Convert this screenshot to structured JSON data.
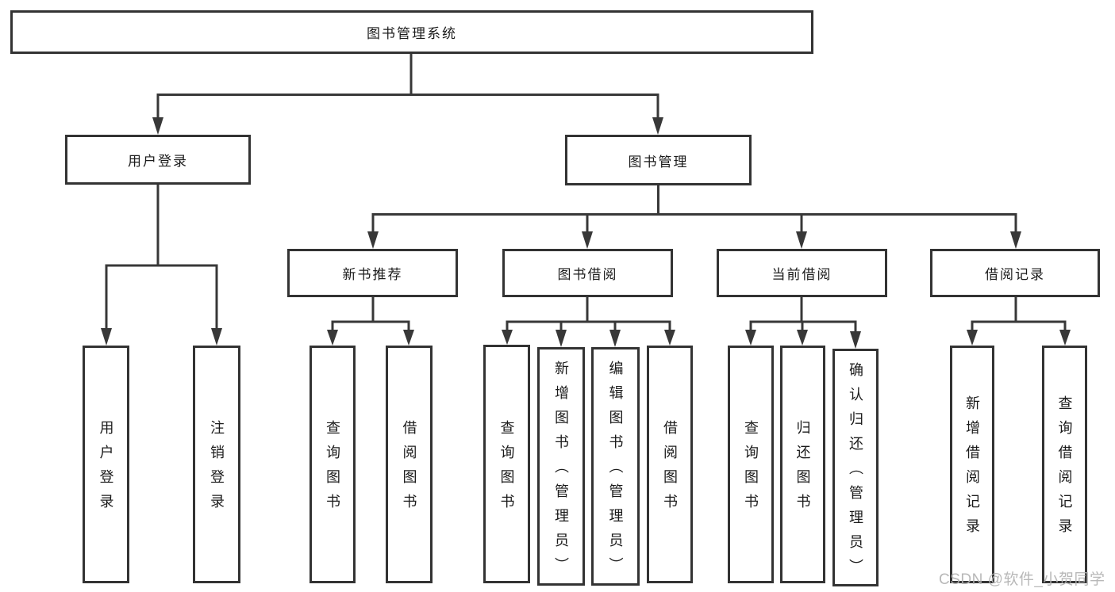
{
  "tree": {
    "label": "图书管理系统",
    "children": [
      {
        "label": "用户登录",
        "children": [
          {
            "label": "用户登录"
          },
          {
            "label": "注销登录"
          }
        ]
      },
      {
        "label": "图书管理",
        "children": [
          {
            "label": "新书推荐",
            "children": [
              {
                "label": "查询图书"
              },
              {
                "label": "借阅图书"
              }
            ]
          },
          {
            "label": "图书借阅",
            "children": [
              {
                "label": "查询图书"
              },
              {
                "label": "新增图书（管理员）"
              },
              {
                "label": "编辑图书（管理员）"
              },
              {
                "label": "借阅图书"
              }
            ]
          },
          {
            "label": "当前借阅",
            "children": [
              {
                "label": "查询图书"
              },
              {
                "label": "归还图书"
              },
              {
                "label": "确认归还（管理员）"
              }
            ]
          },
          {
            "label": "借阅记录",
            "children": [
              {
                "label": "新增借阅记录"
              },
              {
                "label": "查询借阅记录"
              }
            ]
          }
        ]
      }
    ]
  },
  "watermark": {
    "text": "CSDN @软件_小贺同学"
  },
  "colors": {
    "line": "#383838",
    "box_border": "#333333",
    "text": "#1b1b1b",
    "background": "#ffffff",
    "watermark": "#b2b2b2"
  }
}
